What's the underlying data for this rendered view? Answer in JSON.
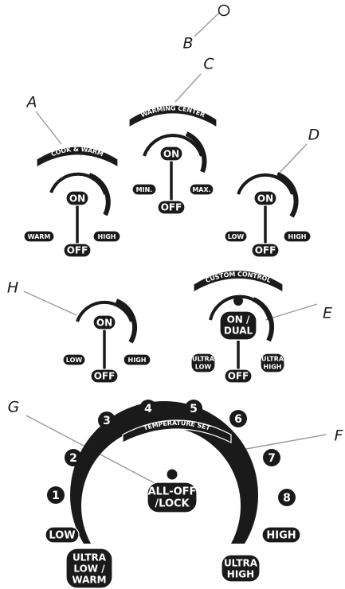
{
  "callouts": [
    "A",
    "B",
    "C",
    "D",
    "E",
    "F",
    "G",
    "H"
  ],
  "knobs": {
    "cook_warm": {
      "title": "COOK & WARM",
      "on": "ON",
      "off": "OFF",
      "left": "WARM",
      "right": "HIGH"
    },
    "warming_center": {
      "title": "WARMING CENTER",
      "on": "ON",
      "off": "OFF",
      "left": "MIN.",
      "right": "MAX."
    },
    "knob_d": {
      "on": "ON",
      "off": "OFF",
      "left": "LOW",
      "right": "HIGH"
    },
    "knob_h": {
      "on": "ON",
      "off": "OFF",
      "left": "LOW",
      "right": "HIGH"
    },
    "custom_control": {
      "title": "CUSTOM CONTROL",
      "on": "ON /",
      "dual": "DUAL",
      "off": "OFF",
      "left_1": "ULTRA",
      "left_2": "LOW",
      "right_1": "ULTRA",
      "right_2": "HIGH"
    }
  },
  "main_dial": {
    "title": "TEMPERATURE SET",
    "center_1": "ALL-OFF",
    "center_2": "/LOCK",
    "numbers": [
      "1",
      "2",
      "3",
      "4",
      "5",
      "6",
      "7",
      "8"
    ],
    "low": "LOW",
    "high": "HIGH",
    "ultra_low_1": "ULTRA",
    "ultra_low_2": "LOW /",
    "ultra_low_3": "WARM",
    "ultra_high_1": "ULTRA",
    "ultra_high_2": "HIGH"
  },
  "colors": {
    "ink": "#1a1a1a",
    "leader": "#9a9a9a",
    "background": "#ffffff"
  }
}
